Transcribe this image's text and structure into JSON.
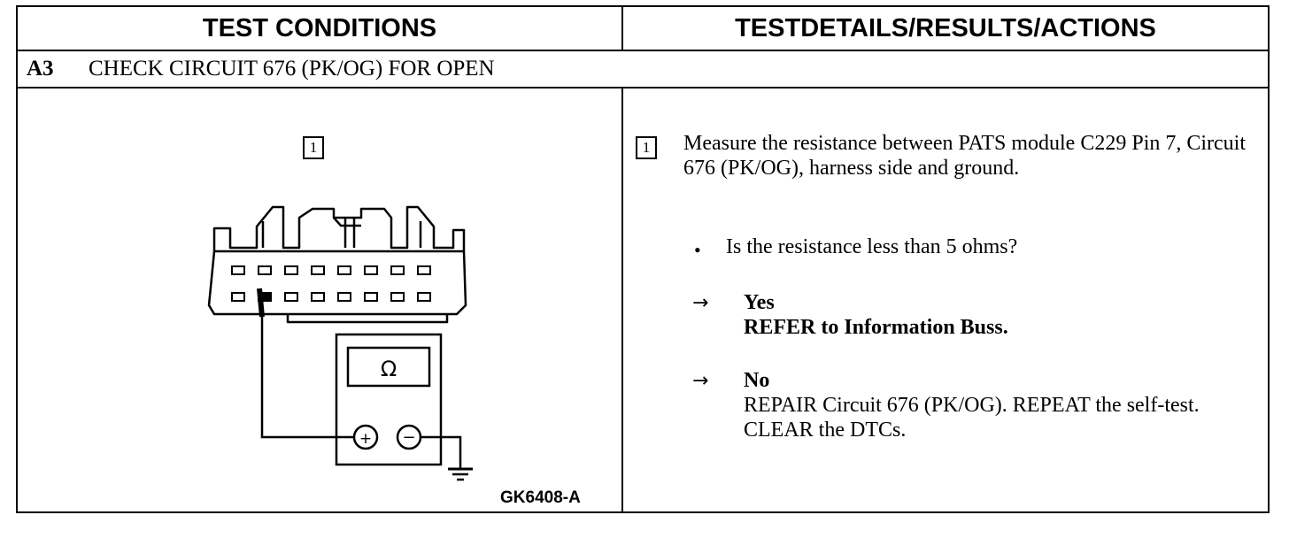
{
  "header": {
    "left": "TEST CONDITIONS",
    "right": "TESTDETAILS/RESULTS/ACTIONS"
  },
  "step": {
    "id": "A3",
    "title": "CHECK CIRCUIT 676 (PK/OG) FOR OPEN"
  },
  "diagram": {
    "step_number": "1",
    "meter_symbol": "Ω",
    "plus_symbol": "+",
    "minus_symbol": "−",
    "figure_id": "GK6408-A"
  },
  "details": {
    "step_number": "1",
    "instruction": "Measure the resistance between PATS module C229 Pin 7, Circuit 676 (PK/OG), harness side and ground.",
    "bullet": "•",
    "question": "Is the resistance less than 5 ohms?",
    "arrow": "→",
    "yes_label": "Yes",
    "yes_action": "REFER to Information Buss.",
    "no_label": "No",
    "no_action": "REPAIR Circuit 676 (PK/OG). REPEAT the self-test. CLEAR the DTCs."
  }
}
